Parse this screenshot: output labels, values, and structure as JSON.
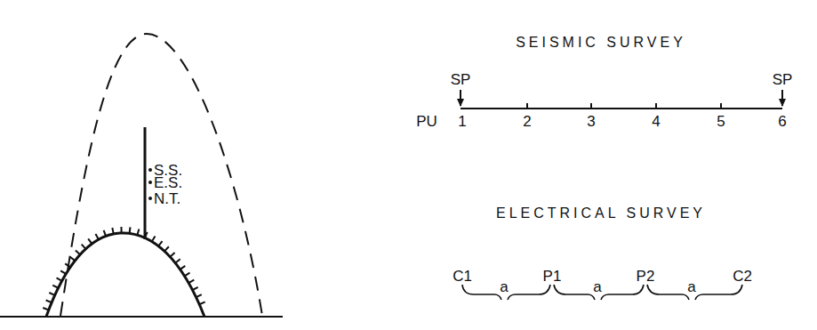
{
  "diagram": {
    "labels": [
      "S.S.",
      "E.S.",
      "N.T.",
      "SEISMIC SURVEY",
      "SP",
      "SP",
      "PU",
      "1",
      "2",
      "3",
      "4",
      "5",
      "6",
      "ELECTRICAL SURVEY",
      "C1",
      "a",
      "P1",
      "a",
      "P2",
      "a",
      "C2"
    ]
  }
}
